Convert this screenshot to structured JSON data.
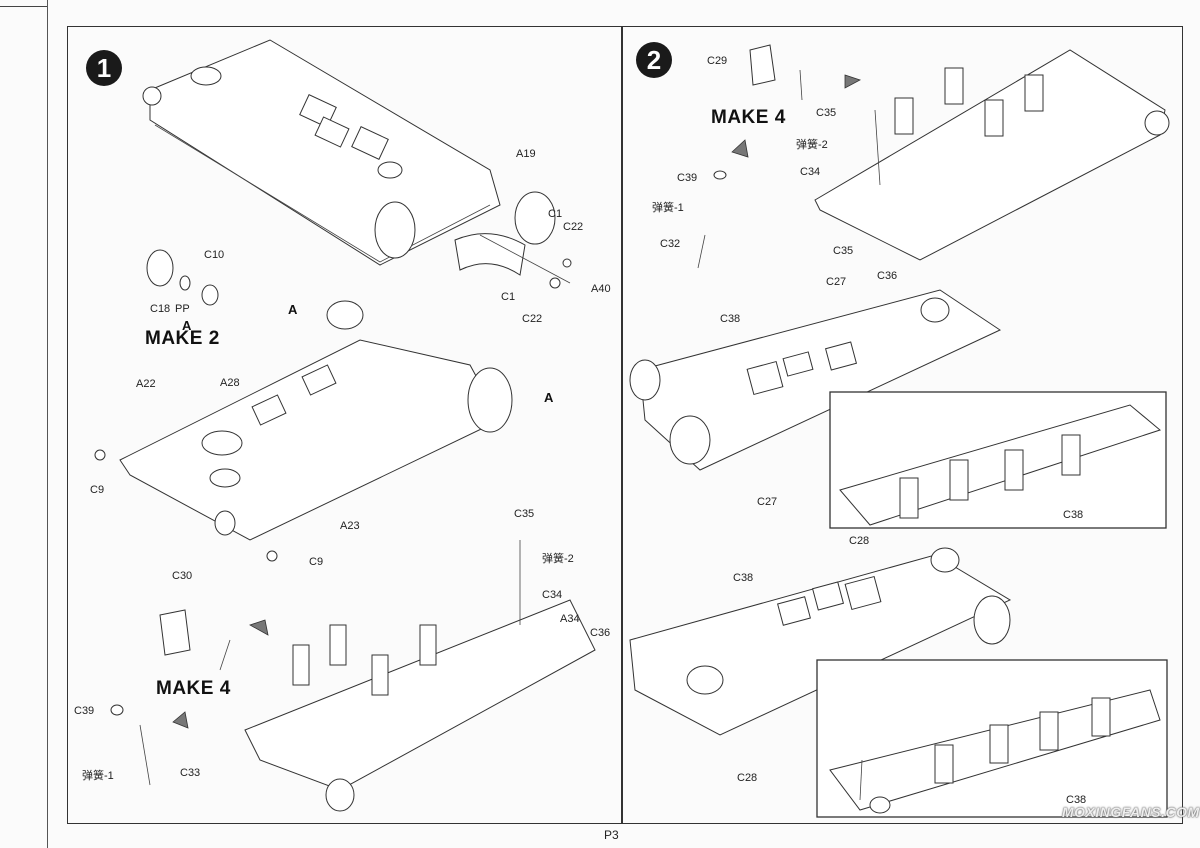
{
  "page_number": "P3",
  "watermark": "MOXINGFANS.COM",
  "step1": {
    "number": "1",
    "make2_a": "A",
    "make2_text": "MAKE 2",
    "a_callout_left": "A",
    "a_callout_right": "A",
    "make4_text": "MAKE 4",
    "labels": {
      "A19": "A19",
      "C1_top": "C1",
      "C22_top": "C22",
      "A40": "A40",
      "C1_bottom": "C1",
      "C22_bottom": "C22",
      "C10": "C10",
      "C18": "C18",
      "PP": "PP",
      "A22": "A22",
      "A28": "A28",
      "C9_left": "C9",
      "A23": "A23",
      "C9_bottom": "C9",
      "C35": "C35",
      "spring2": "弹簧-2",
      "C34": "C34",
      "A34": "A34",
      "C36": "C36",
      "C30": "C30",
      "C39": "C39",
      "spring1": "弹簧-1",
      "C33": "C33"
    }
  },
  "step2": {
    "number": "2",
    "make4_text": "MAKE 4",
    "labels": {
      "C29": "C29",
      "C35_top": "C35",
      "spring2": "弹簧-2",
      "C34": "C34",
      "C39": "C39",
      "spring1": "弹簧-1",
      "C32": "C32",
      "C35_bottom": "C35",
      "C36": "C36",
      "C27_top": "C27",
      "C38_top": "C38",
      "C27_bottom": "C27",
      "C38_inset1": "C38",
      "C28_top": "C28",
      "C38_mid": "C38",
      "C28_bottom": "C28",
      "C38_inset2": "C38"
    }
  }
}
